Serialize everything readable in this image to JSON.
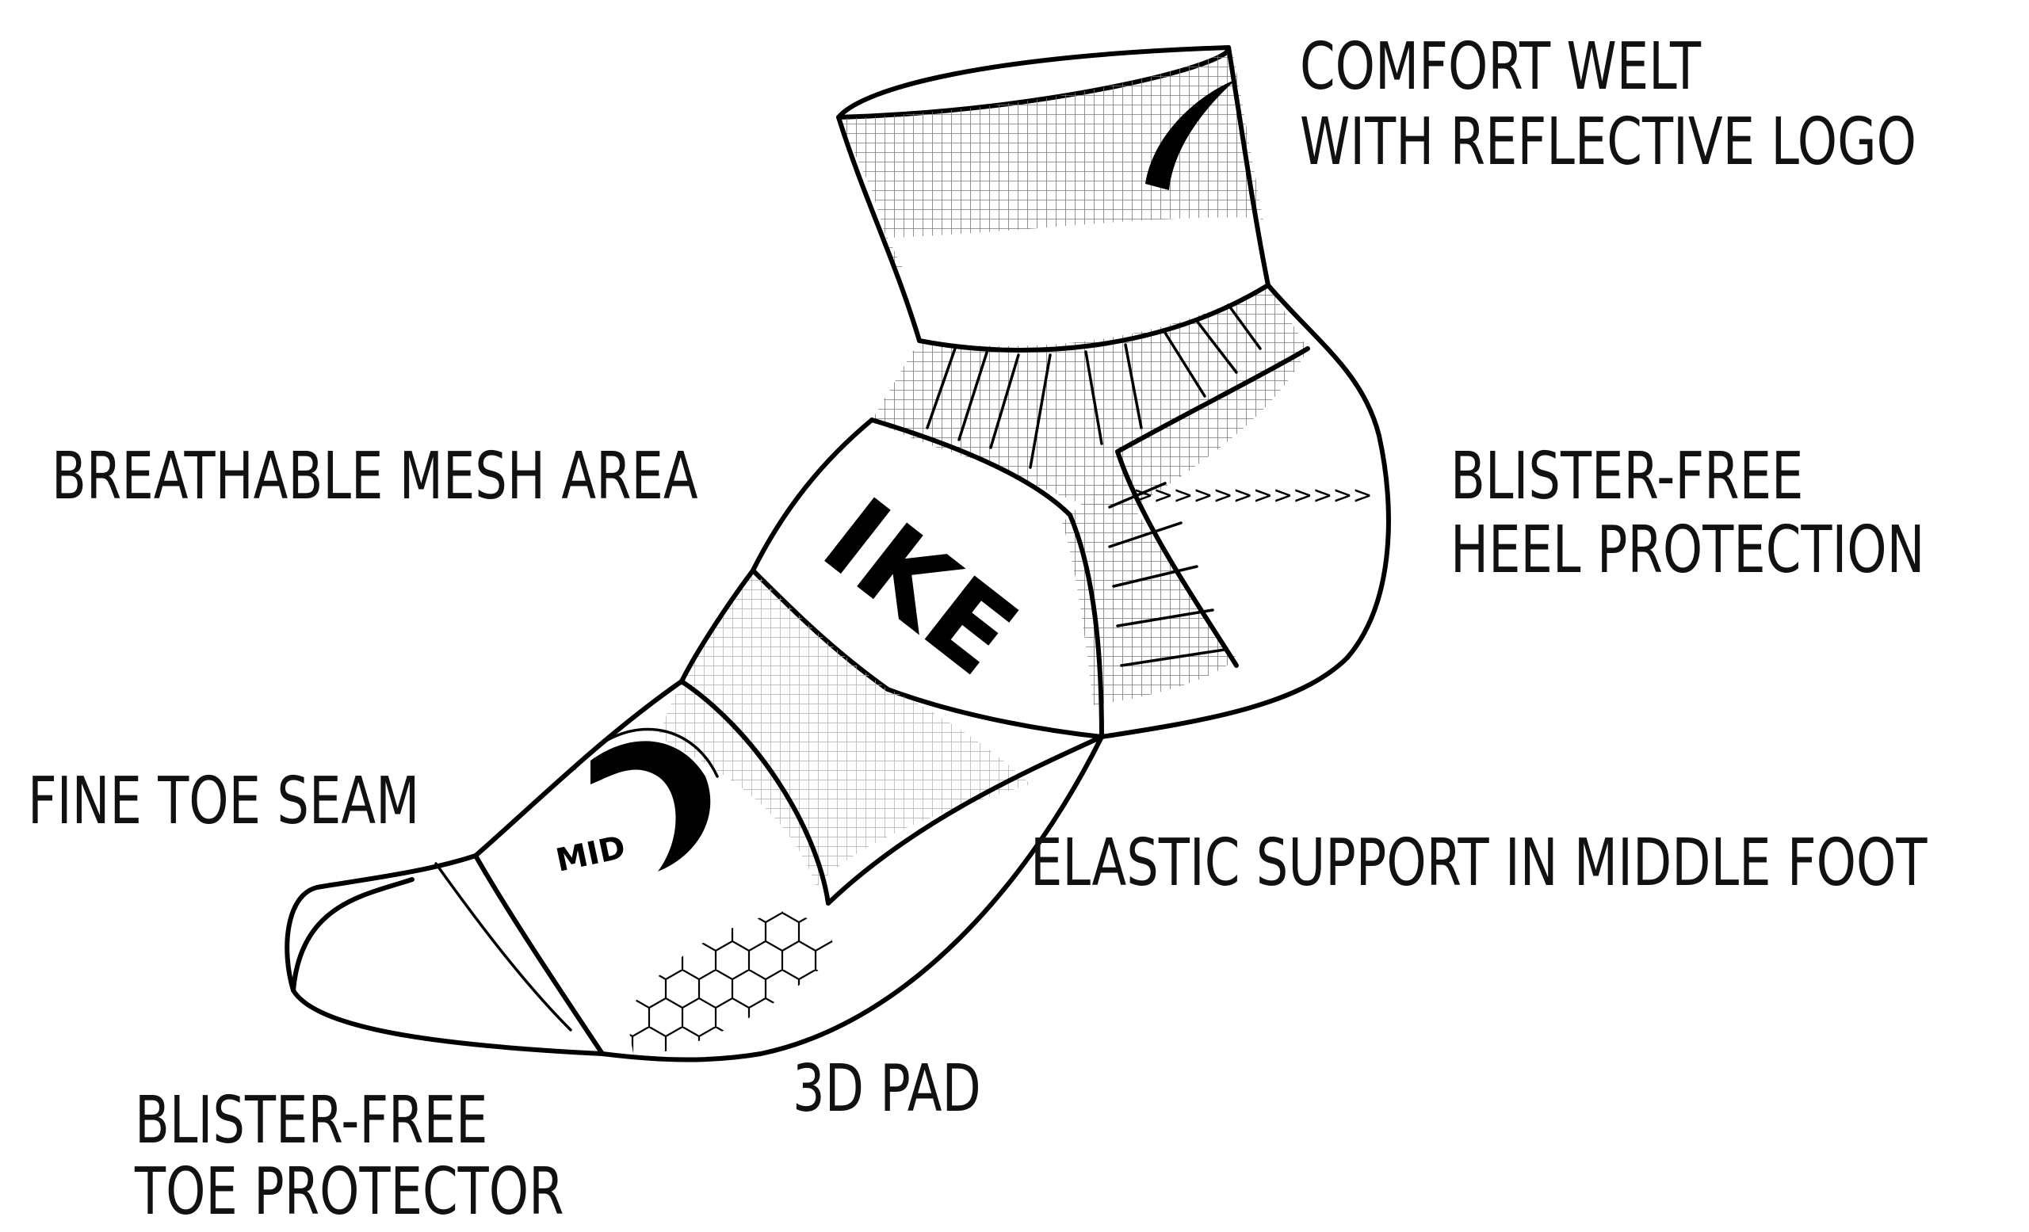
{
  "labels": {
    "comfort_welt_line1": "COMFORT WELT",
    "comfort_welt_line2": "WITH REFLECTIVE LOGO",
    "breathable_mesh": "BREATHABLE MESH AREA",
    "heel_line1": "BLISTER-FREE",
    "heel_line2": "HEEL PROTECTION",
    "fine_toe_seam": "FINE TOE SEAM",
    "elastic_support": "ELASTIC SUPPORT IN MIDDLE FOOT",
    "pad_3d": "3D PAD",
    "toe_line1": "BLISTER-FREE",
    "toe_line2": "TOE PROTECTOR"
  },
  "sock_brand_fragment": "IKE",
  "sock_small_logo": "MID",
  "colors": {
    "ink": "#000000",
    "background": "#ffffff"
  }
}
